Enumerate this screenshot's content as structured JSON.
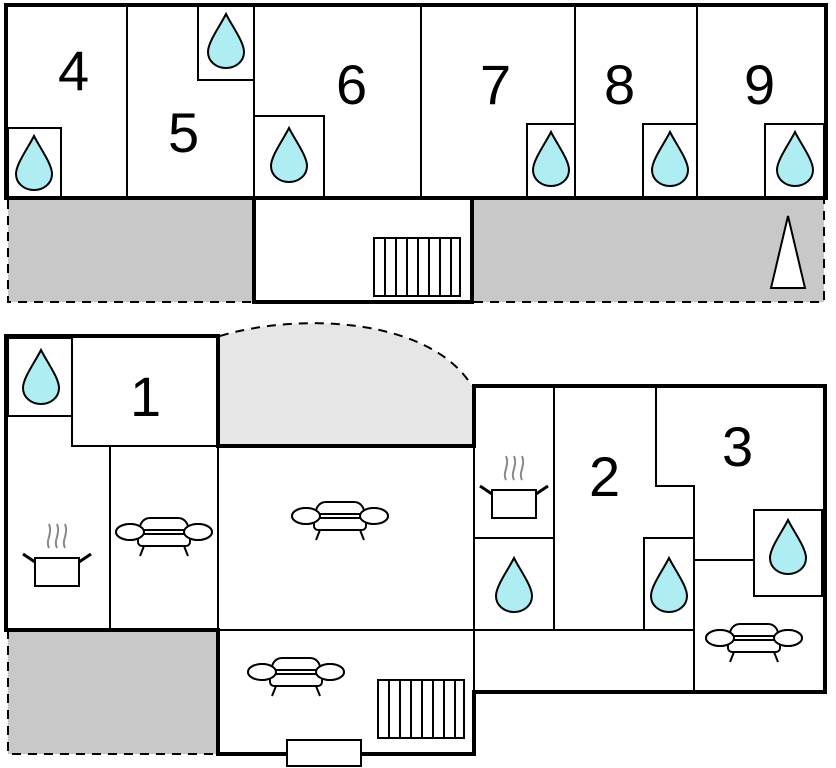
{
  "floor_plan": {
    "rooms": [
      {
        "id": "4",
        "label": "4"
      },
      {
        "id": "5",
        "label": "5"
      },
      {
        "id": "6",
        "label": "6"
      },
      {
        "id": "7",
        "label": "7"
      },
      {
        "id": "8",
        "label": "8"
      },
      {
        "id": "9",
        "label": "9"
      },
      {
        "id": "1",
        "label": "1"
      },
      {
        "id": "2",
        "label": "2"
      },
      {
        "id": "3",
        "label": "3"
      }
    ],
    "icons": {
      "bathroom": "water-drop-icon",
      "kitchen": "cooking-pot-icon",
      "living": "sofa-icon",
      "stairs": "stairs-icon",
      "north": "north-arrow-icon"
    },
    "colors": {
      "water_drop": "#aeeef2",
      "outdoor_area": "#c8c8c8",
      "terrace": "#e6e6e6",
      "walls": "#000000"
    }
  }
}
